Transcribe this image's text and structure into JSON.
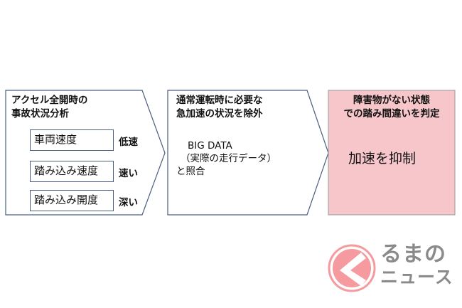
{
  "step1": {
    "title_line1": "アクセル全開時の",
    "title_line2": "事故状況分析",
    "rows": [
      {
        "item": "車両速度",
        "value": "低速"
      },
      {
        "item": "踏み込み速度",
        "value": "速い"
      },
      {
        "item": "踏み込み開度",
        "value": "深い"
      }
    ]
  },
  "step2": {
    "title_line1": "通常運転時に必要な",
    "title_line2": "急加速の状況を除外",
    "body_line1": "BIG DATA",
    "body_line2": "（実際の走行データ）",
    "body_line3": "と照合"
  },
  "step3": {
    "title_line1": "障害物がない状態",
    "title_line2": "での踏み間違いを判定",
    "body": "加速を抑制"
  },
  "logo": {
    "text_line1": "るまの",
    "text_line2": "ニュース"
  },
  "colors": {
    "border": "#4a5e80",
    "result_fill": "#f6c6ca",
    "logo_pink": "#f59a9e",
    "logo_gray": "#8a8a8a"
  }
}
